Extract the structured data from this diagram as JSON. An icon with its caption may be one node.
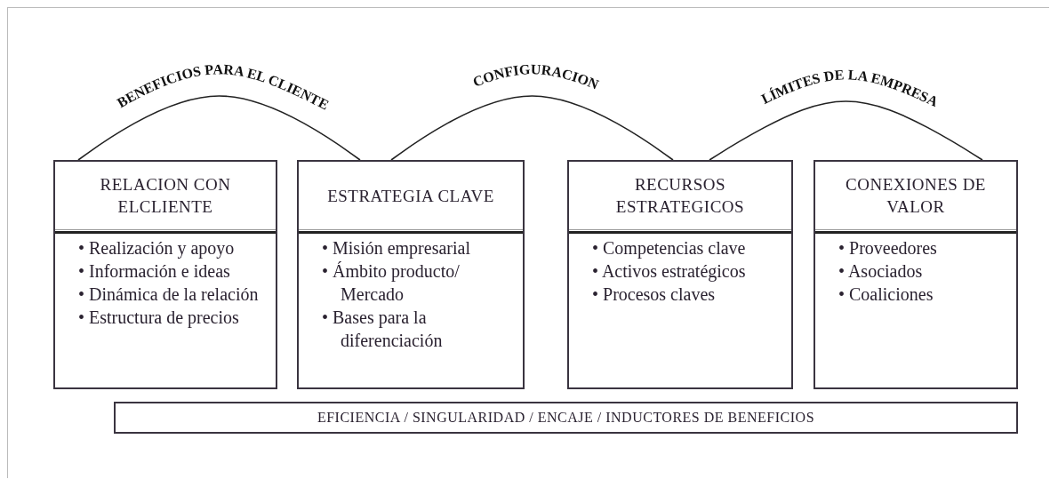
{
  "diagram": {
    "nodes": [
      {
        "text": [
          "RELACION CON ELCLIENTE",
          "• Realización y apoyo",
          "• Información e ideas",
          "• Dinámica de la relación",
          "• Estructura de precios"
        ]
      },
      {
        "text": [
          "ESTRATEGIA CLAVE",
          "• Misión empresarial",
          "• Ámbito producto/ Mercado",
          "• Bases para la diferenciación"
        ]
      },
      {
        "text": [
          "RECURSOS ESTRATEGICOS",
          "• Competencias clave",
          "• Activos estratégicos",
          "• Procesos claves"
        ]
      },
      {
        "text": [
          "CONEXIONES DE VALOR",
          "• Proveedores",
          "• Asociados",
          "• Coaliciones"
        ]
      },
      {
        "text": [
          "EFICIENCIA / SINGULARIDAD / ENCAJE / INDUCTORES DE BENEFICIOS"
        ]
      }
    ],
    "edges": [
      {
        "from": 0,
        "to": 1,
        "arrow": "none",
        "label": "BENEFICIOS PARA EL CLIENTE"
      },
      {
        "from": 1,
        "to": 2,
        "arrow": "none",
        "label": "CONFIGURACION"
      },
      {
        "from": 2,
        "to": 3,
        "arrow": "none",
        "label": "LÍMITES DE LA EMPRESA"
      }
    ]
  }
}
